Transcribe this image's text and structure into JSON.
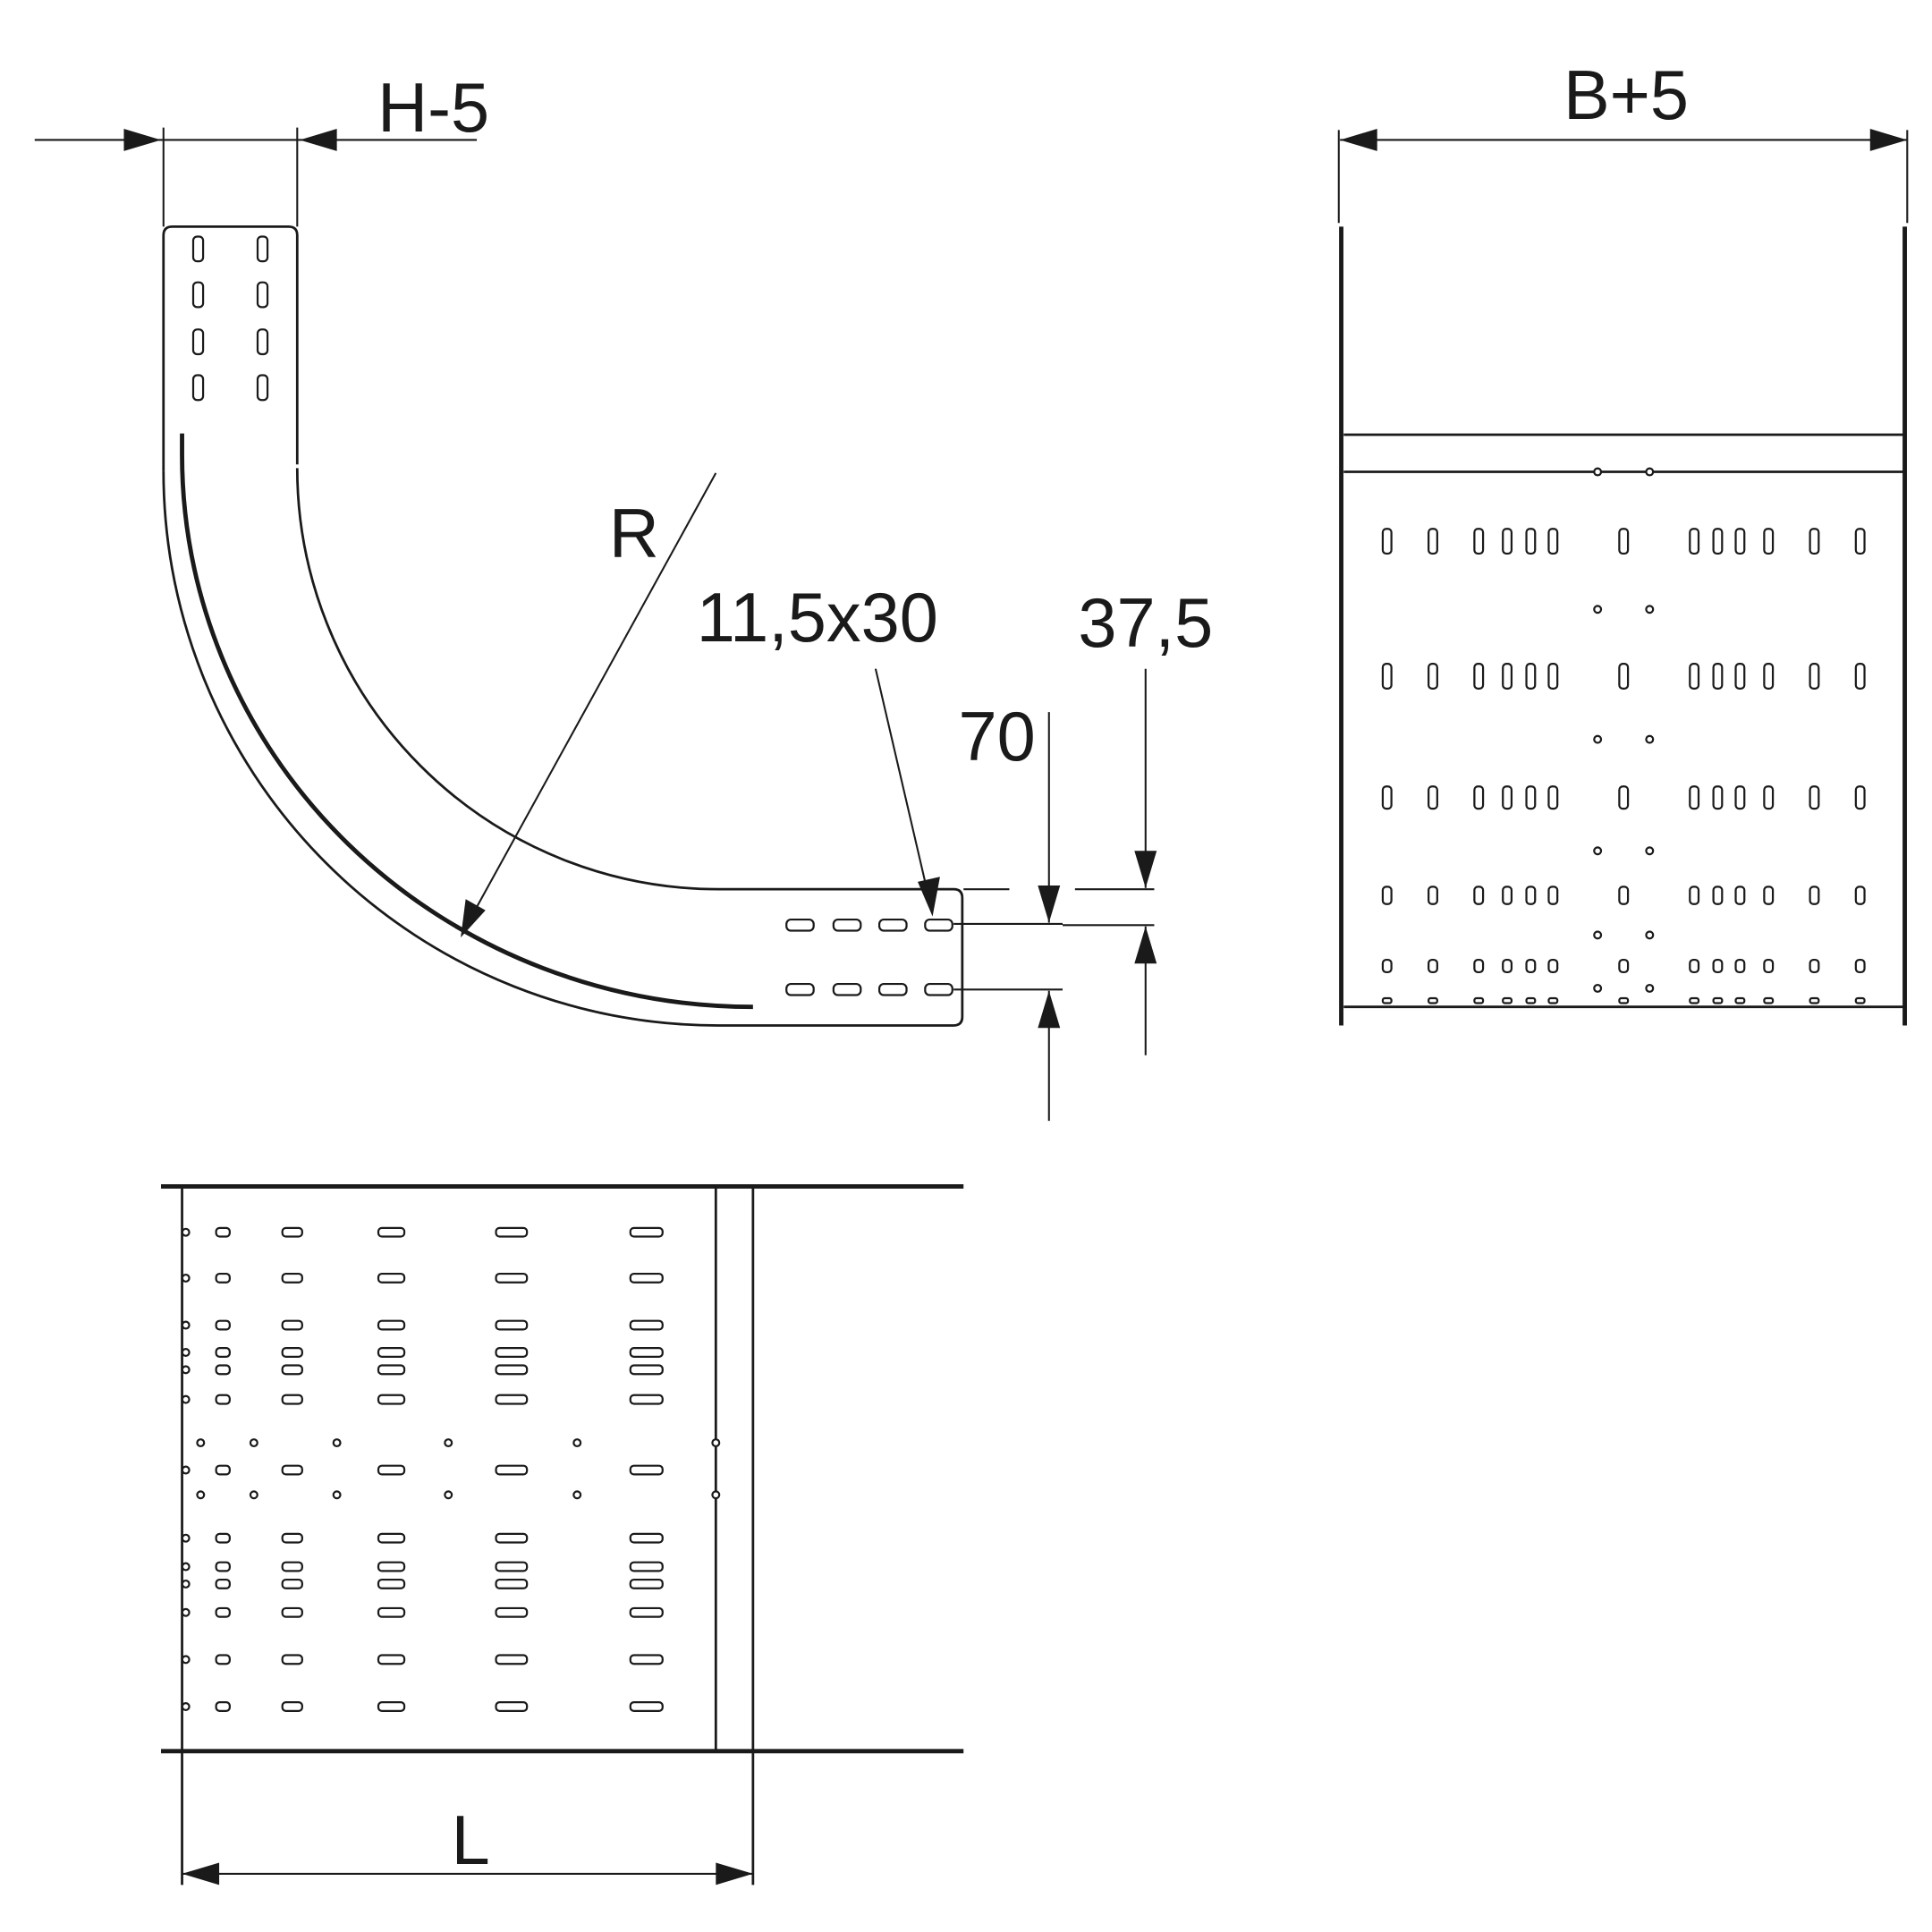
{
  "labels": {
    "height_dim": "H-5",
    "width_dim": "B+5",
    "radius": "R",
    "slot_size": "11,5x30",
    "slot_pitch": "70",
    "slot_offset": "37,5",
    "length_dim": "L"
  },
  "colors": {
    "line": "#1a1a1a",
    "background": "#ffffff"
  }
}
